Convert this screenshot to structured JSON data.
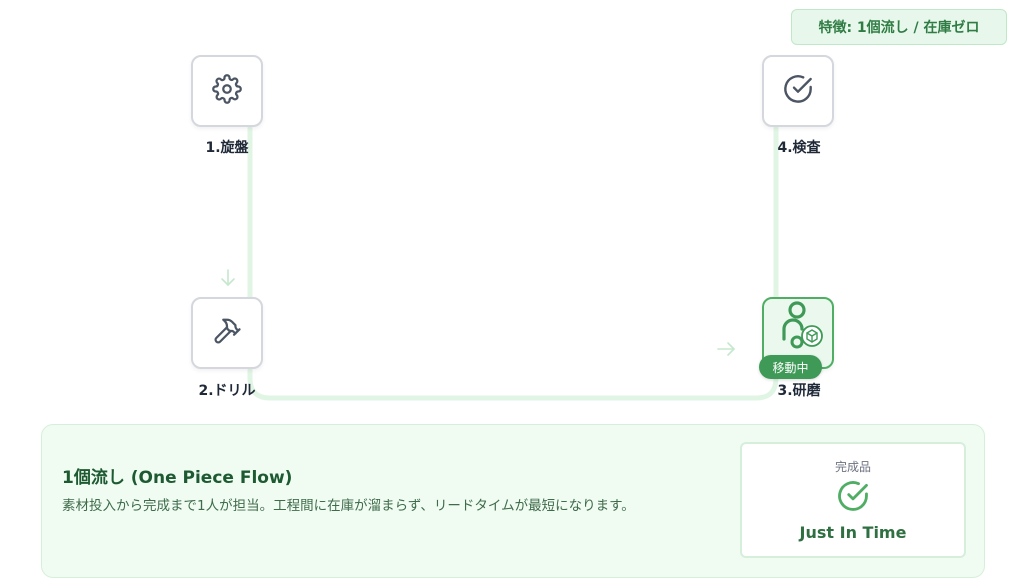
{
  "badge": "特徴: 1個流し / 在庫ゼロ",
  "stations": [
    {
      "label": "1.旋盤",
      "icon": "gear-icon"
    },
    {
      "label": "2.ドリル",
      "icon": "hammer-icon"
    },
    {
      "label": "3.研磨",
      "icon": "worker-with-part-icon"
    },
    {
      "label": "4.検査",
      "icon": "check-circle-icon"
    }
  ],
  "moving_badge": "移動中",
  "panel": {
    "title": "1個流し (One Piece Flow)",
    "description": "素材投入から完成まで1人が担当。工程間に在庫が溜まらず、リードタイムが最短になります。",
    "result_label": "完成品",
    "result_title": "Just In Time"
  },
  "colors": {
    "accent": "#3f9a58",
    "flow_line": "#e1f5e5",
    "panel_bg": "#f0fbf2"
  }
}
